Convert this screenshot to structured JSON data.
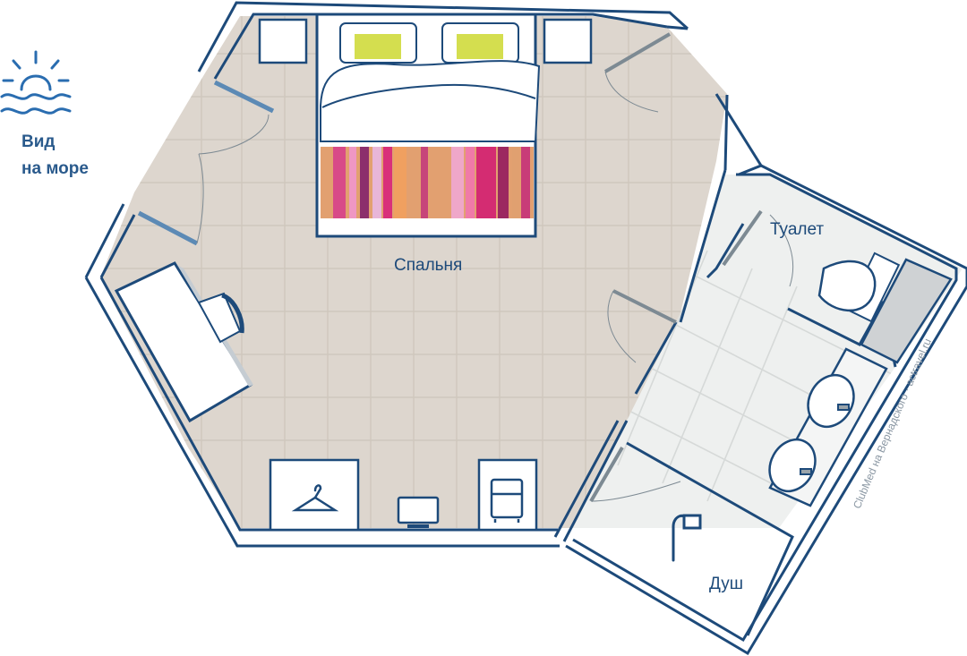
{
  "view": {
    "line1": "Вид",
    "line2": "на море"
  },
  "rooms": {
    "bedroom": "Спальня",
    "toilet": "Туалет",
    "shower": "Душ"
  },
  "watermark": "ClubMed на Вернадского · actravel.ru",
  "colors": {
    "wall": "#1d4a7a",
    "floor_bedroom": "#ddd6ce",
    "floor_bath": "#eef0ef",
    "tile_line": "#c9c1b8",
    "door_glass": "#5c8ab5",
    "pillow": "#d4de4f",
    "sea_icon": "#2a6db0"
  },
  "icons": [
    "sun-over-sea-icon",
    "hanger-icon",
    "tv-icon",
    "fridge-icon",
    "shower-head-icon"
  ]
}
